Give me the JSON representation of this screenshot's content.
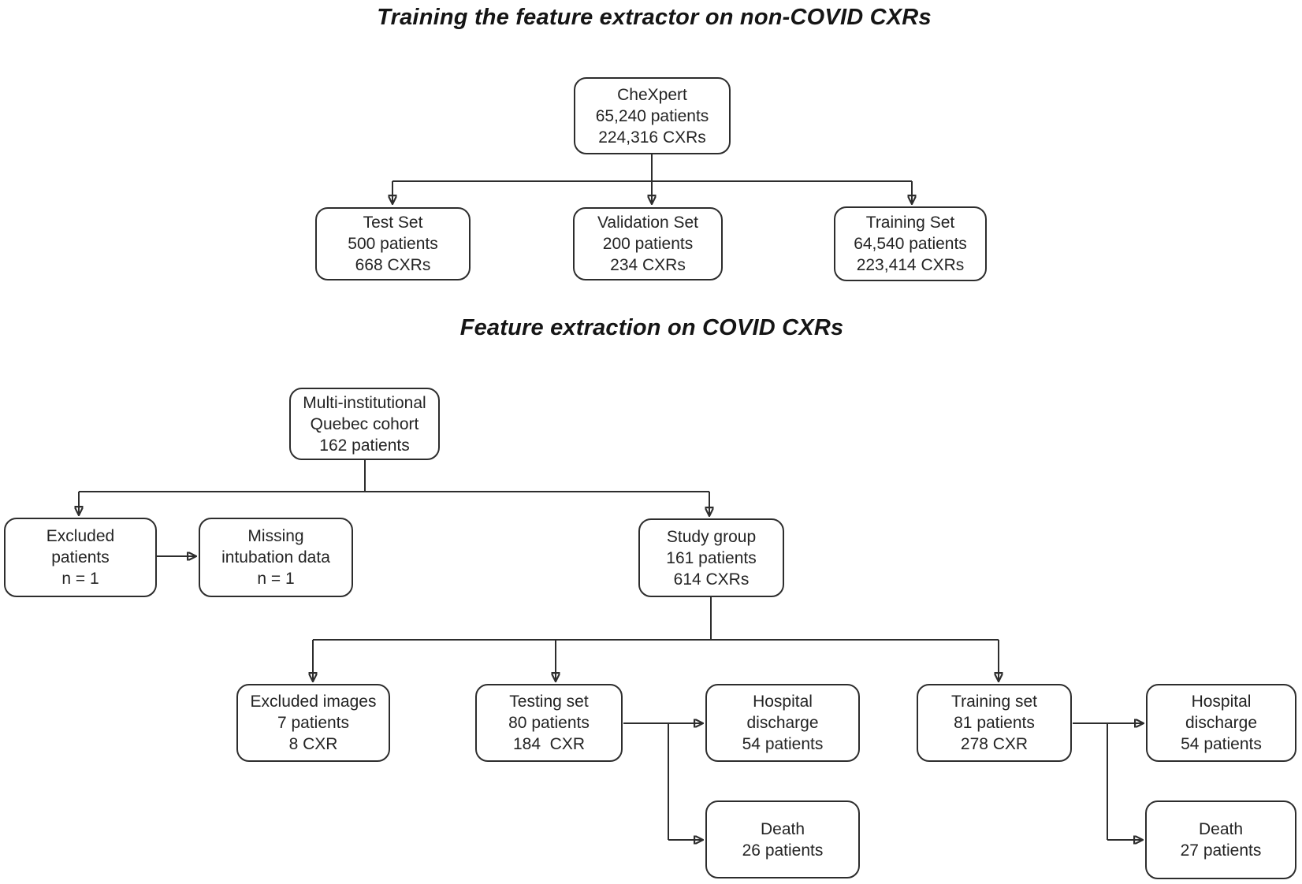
{
  "titles": {
    "top": "Training the feature extractor on non-COVID CXRs",
    "bottom": "Feature extraction on COVID CXRs"
  },
  "nodes": {
    "chexpert": {
      "lines": [
        "CheXpert",
        "65,240 patients",
        "224,316 CXRs"
      ]
    },
    "test_set": {
      "lines": [
        "Test Set",
        "500 patients",
        "668 CXRs"
      ]
    },
    "validation_set": {
      "lines": [
        "Validation Set",
        "200 patients",
        "234 CXRs"
      ]
    },
    "training_set_chexpert": {
      "lines": [
        "Training Set",
        "64,540 patients",
        "223,414 CXRs"
      ]
    },
    "cohort": {
      "lines": [
        "Multi-institutional",
        "Quebec cohort",
        "162 patients"
      ]
    },
    "excluded_patients": {
      "lines": [
        "Excluded",
        "patients",
        "n = 1"
      ]
    },
    "missing_intubation": {
      "lines": [
        "Missing",
        "intubation data",
        "n = 1"
      ]
    },
    "study_group": {
      "lines": [
        "Study group",
        "161 patients",
        "614 CXRs"
      ]
    },
    "excluded_images": {
      "lines": [
        "Excluded images",
        "7 patients",
        "8 CXR"
      ]
    },
    "testing_set": {
      "lines": [
        "Testing set",
        "80 patients",
        "184  CXR"
      ]
    },
    "hospital_discharge_testing": {
      "lines": [
        "Hospital",
        "discharge",
        "54 patients"
      ]
    },
    "training_set_covid": {
      "lines": [
        "Training set",
        "81 patients",
        "278 CXR"
      ]
    },
    "hospital_discharge_training": {
      "lines": [
        "Hospital",
        "discharge",
        "54 patients"
      ]
    },
    "death_testing": {
      "lines": [
        "Death",
        "26 patients"
      ]
    },
    "death_training": {
      "lines": [
        "Death",
        "27 patients"
      ]
    }
  },
  "colors": {
    "line": "#2d2d2d",
    "text": "#242424",
    "background": "#ffffff"
  }
}
